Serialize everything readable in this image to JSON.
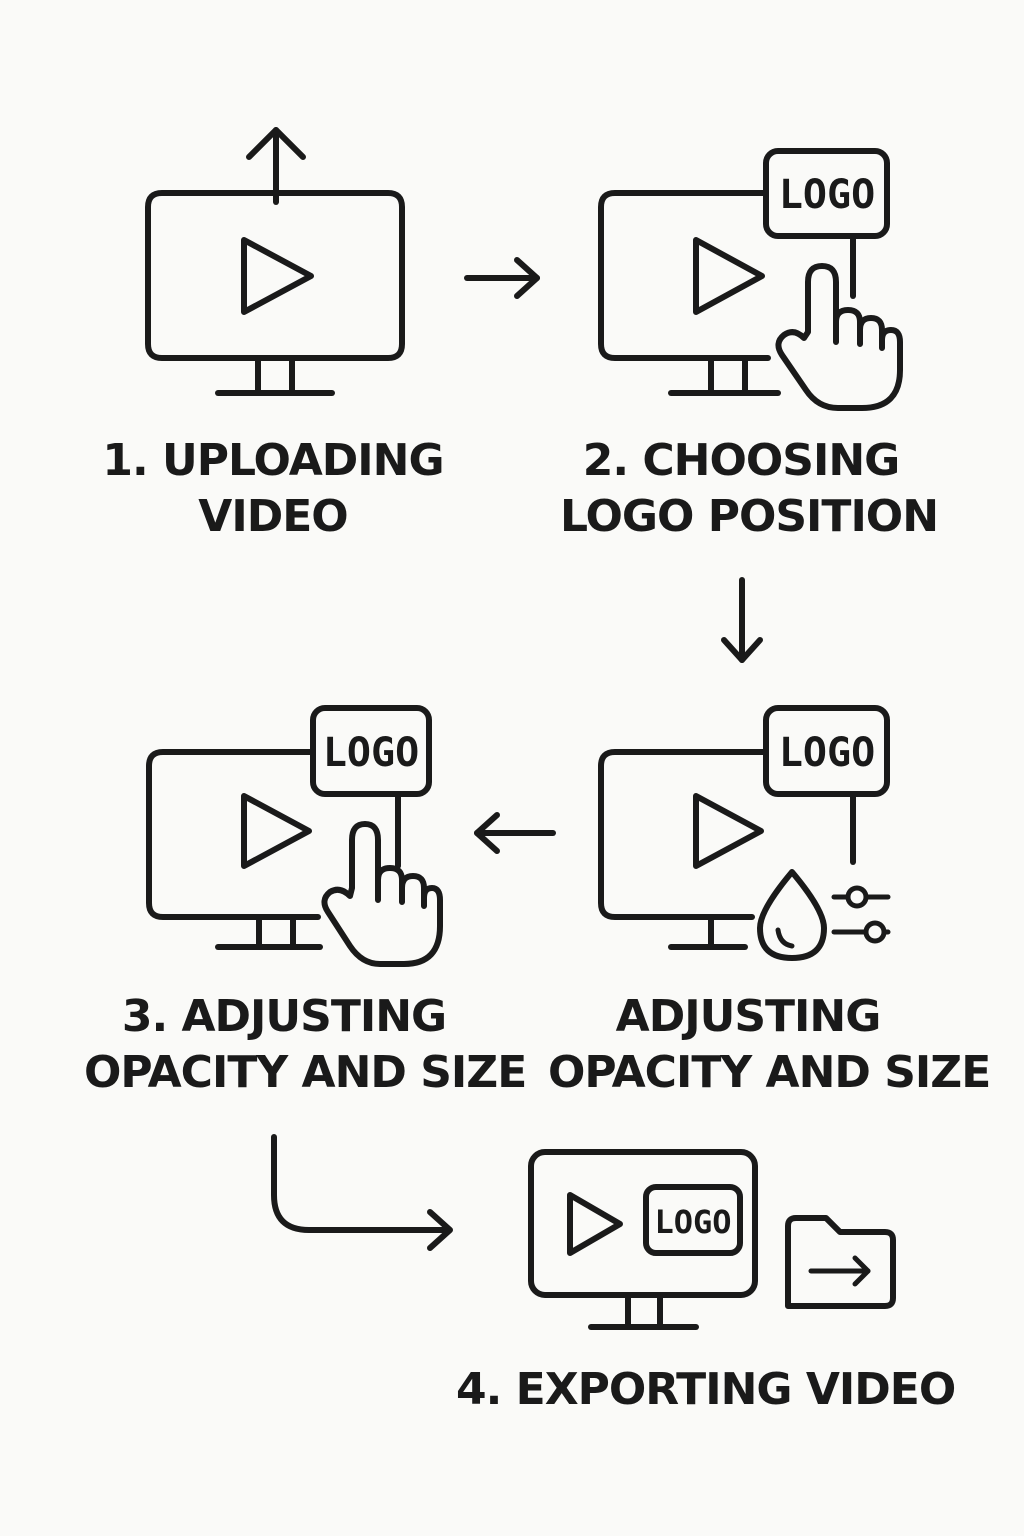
{
  "steps": [
    {
      "id": 1,
      "label_lines": [
        "1. UPLOADING",
        "VIDEO"
      ],
      "icons": [
        "monitor-icon",
        "play-icon",
        "upload-arrow-icon"
      ]
    },
    {
      "id": 2,
      "label_lines": [
        "2. CHOOSING",
        "LOGO POSITION"
      ],
      "logo_text": "LOGO",
      "icons": [
        "monitor-icon",
        "play-icon",
        "logo-badge-icon",
        "pointing-hand-icon"
      ]
    },
    {
      "id": 3,
      "label_lines": [
        "3. ADJUSTING",
        "OPACITY AND SIZE"
      ],
      "logo_text": "LOGO",
      "icons": [
        "monitor-icon",
        "play-icon",
        "logo-badge-icon",
        "pointing-hand-icon"
      ]
    },
    {
      "id": "3b",
      "label_lines": [
        "ADJUSTING",
        "OPACITY AND SIZE"
      ],
      "logo_text": "LOGO",
      "icons": [
        "monitor-icon",
        "play-icon",
        "logo-badge-icon",
        "water-drop-icon",
        "sliders-icon"
      ]
    },
    {
      "id": 4,
      "label_lines": [
        "4. EXPORTING VIDEO"
      ],
      "logo_text": "LOGO",
      "icons": [
        "monitor-icon",
        "play-icon",
        "logo-badge-icon",
        "folder-export-icon"
      ]
    }
  ],
  "connectors": [
    {
      "from": 1,
      "to": 2,
      "direction": "right",
      "icon": "arrow-right-icon"
    },
    {
      "from": 2,
      "to": "3b",
      "direction": "down",
      "icon": "arrow-down-icon"
    },
    {
      "from": "3b",
      "to": 3,
      "direction": "left",
      "icon": "arrow-left-icon"
    },
    {
      "from": 3,
      "to": 4,
      "direction": "down-then-right",
      "icon": "arrow-elbow-icon"
    }
  ],
  "colors": {
    "background": "#fafaf8",
    "stroke": "#1a1a1a"
  }
}
